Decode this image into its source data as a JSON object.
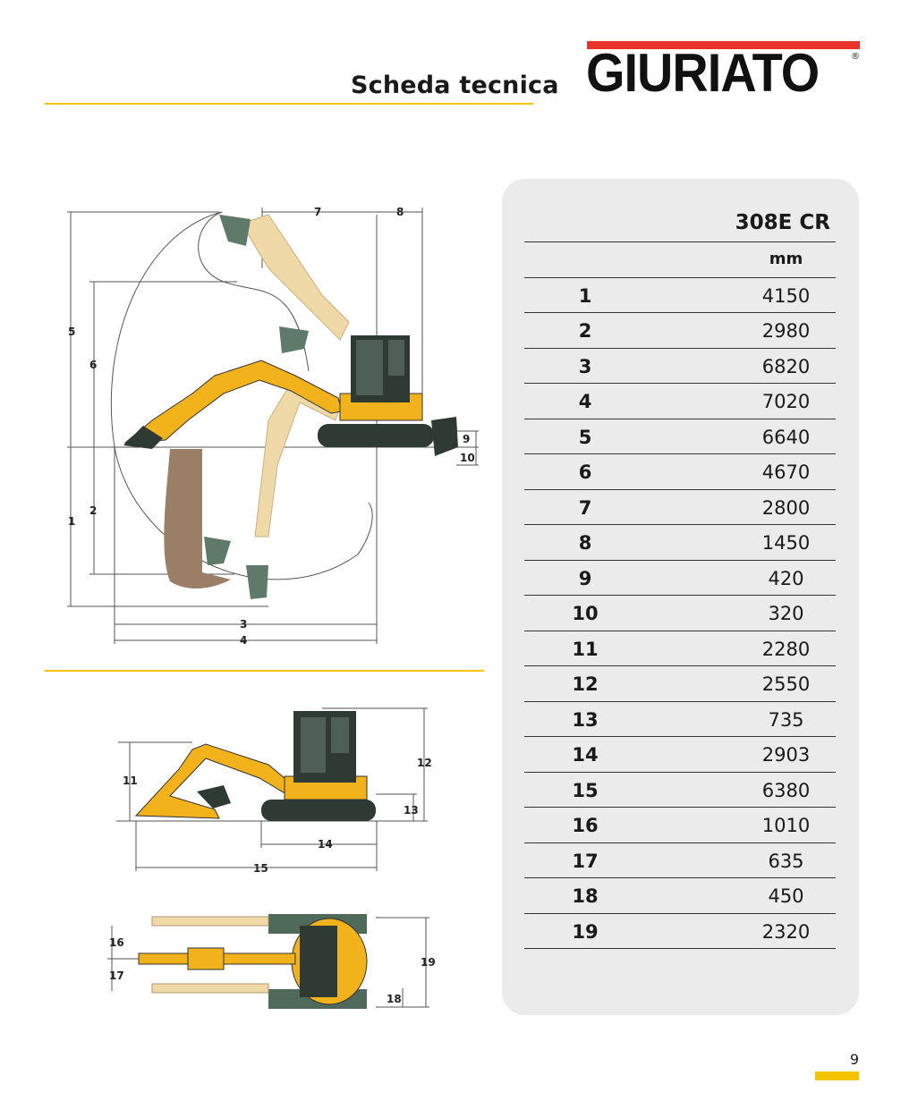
{
  "header": {
    "title": "Scheda tecnica",
    "logo_text": "GIURIATO",
    "logo_reg": "®"
  },
  "spec_table": {
    "model": "308E CR",
    "unit": "mm",
    "rows": [
      {
        "id": "1",
        "value": "4150"
      },
      {
        "id": "2",
        "value": "2980"
      },
      {
        "id": "3",
        "value": "6820"
      },
      {
        "id": "4",
        "value": "7020"
      },
      {
        "id": "5",
        "value": "6640"
      },
      {
        "id": "6",
        "value": "4670"
      },
      {
        "id": "7",
        "value": "2800"
      },
      {
        "id": "8",
        "value": "1450"
      },
      {
        "id": "9",
        "value": "420"
      },
      {
        "id": "10",
        "value": "320"
      },
      {
        "id": "11",
        "value": "2280"
      },
      {
        "id": "12",
        "value": "2550"
      },
      {
        "id": "13",
        "value": "735"
      },
      {
        "id": "14",
        "value": "2903"
      },
      {
        "id": "15",
        "value": "6380"
      },
      {
        "id": "16",
        "value": "1010"
      },
      {
        "id": "17",
        "value": "635"
      },
      {
        "id": "18",
        "value": "450"
      },
      {
        "id": "19",
        "value": "2320"
      }
    ]
  },
  "diagram_labels": {
    "d1": "1",
    "d2": "2",
    "d3": "3",
    "d4": "4",
    "d5": "5",
    "d6": "6",
    "d7": "7",
    "d8": "8",
    "d9": "9",
    "d10": "10",
    "d11": "11",
    "d12": "12",
    "d13": "13",
    "d14": "14",
    "d15": "15",
    "d16": "16",
    "d17": "17",
    "d18": "18",
    "d19": "19"
  },
  "colors": {
    "accent_yellow": "#f5c400",
    "logo_red": "#e8322a",
    "machine_yellow": "#f2b21c",
    "track": "#2f3a34"
  },
  "footer": {
    "page_number": "9"
  }
}
